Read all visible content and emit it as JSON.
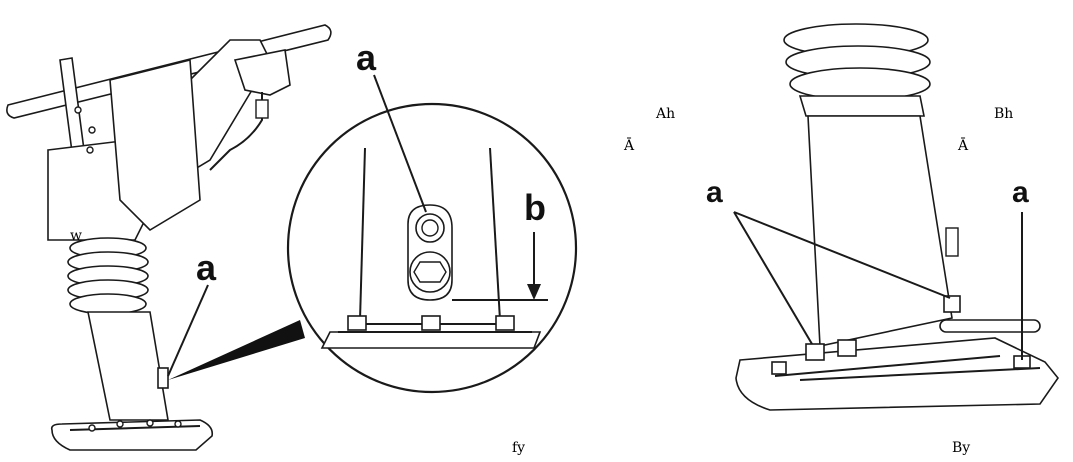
{
  "labels": {
    "left_a_main": "a",
    "inset_a": "a",
    "inset_b": "b",
    "right_a_left": "a",
    "right_a_right": "a"
  },
  "scan_marks": {
    "left_top": "Ah",
    "left_mid": "Ā",
    "left_bottom": "fy",
    "left_small": "w",
    "right_top": "Bh",
    "right_mid": "Ā",
    "right_bottom": "By"
  },
  "colors": {
    "ink": "#1a1a1a",
    "background": "#ffffff"
  }
}
